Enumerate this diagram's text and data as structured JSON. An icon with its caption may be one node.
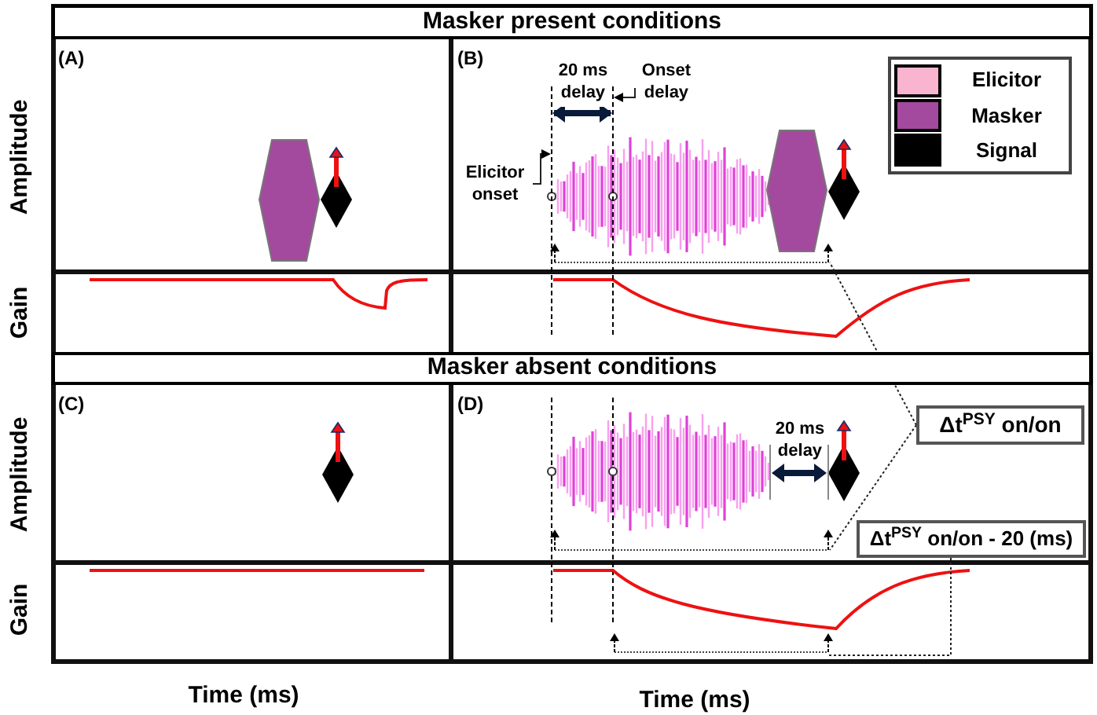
{
  "diagram": {
    "nodes": [
      {
        "text": [
          "Masker present conditions"
        ]
      },
      {
        "text": [
          "Masker absent conditions"
        ]
      },
      {
        "text": [
          "Δt$^{PSY}$ on/on"
        ]
      },
      {
        "text": [
          "Δt$^{PSY}$ on/on - 20 (ms)"
        ]
      },
      {
        "text": [
          "Elicitor onset"
        ]
      },
      {
        "text": [
          "Onset delay"
        ]
      },
      {
        "text": [],
        "shape": "line"
      },
      {
        "text": [],
        "shape": "line"
      },
      {
        "text": [],
        "shape": "bracket"
      },
      {
        "text": [],
        "shape": "bracket"
      },
      {
        "text": [],
        "shape": "bracket"
      }
    ],
    "edges": [
      {
        "from": 4,
        "to": 6,
        "arrow": "to"
      },
      {
        "from": 5,
        "to": 7,
        "arrow": "to"
      },
      {
        "from": 2,
        "to": 8,
        "arrow": "none",
        "style": "dashed"
      },
      {
        "from": 2,
        "to": 9,
        "arrow": "none",
        "style": "dashed"
      },
      {
        "from": 3,
        "to": 10,
        "arrow": "none",
        "style": "dashed"
      },
      {
        "from": 6,
        "to": 7,
        "arrow": "both",
        "style": "thick",
        "color": "#0a1a3a",
        "label": "20 ms delay"
      }
    ],
    "labels": [
      "(A)",
      "(B)",
      "(C)",
      "(D)",
      "20 ms delay",
      "Amplitude",
      "Gain",
      "Amplitude",
      "Gain",
      "Time (ms)",
      "Time (ms)"
    ],
    "legend": [
      {
        "text": "Elicitor",
        "color": "#f9b4cf"
      },
      {
        "text": "Masker",
        "color": "#a34a9f"
      },
      {
        "text": "Signal",
        "color": "#000000"
      }
    ]
  }
}
